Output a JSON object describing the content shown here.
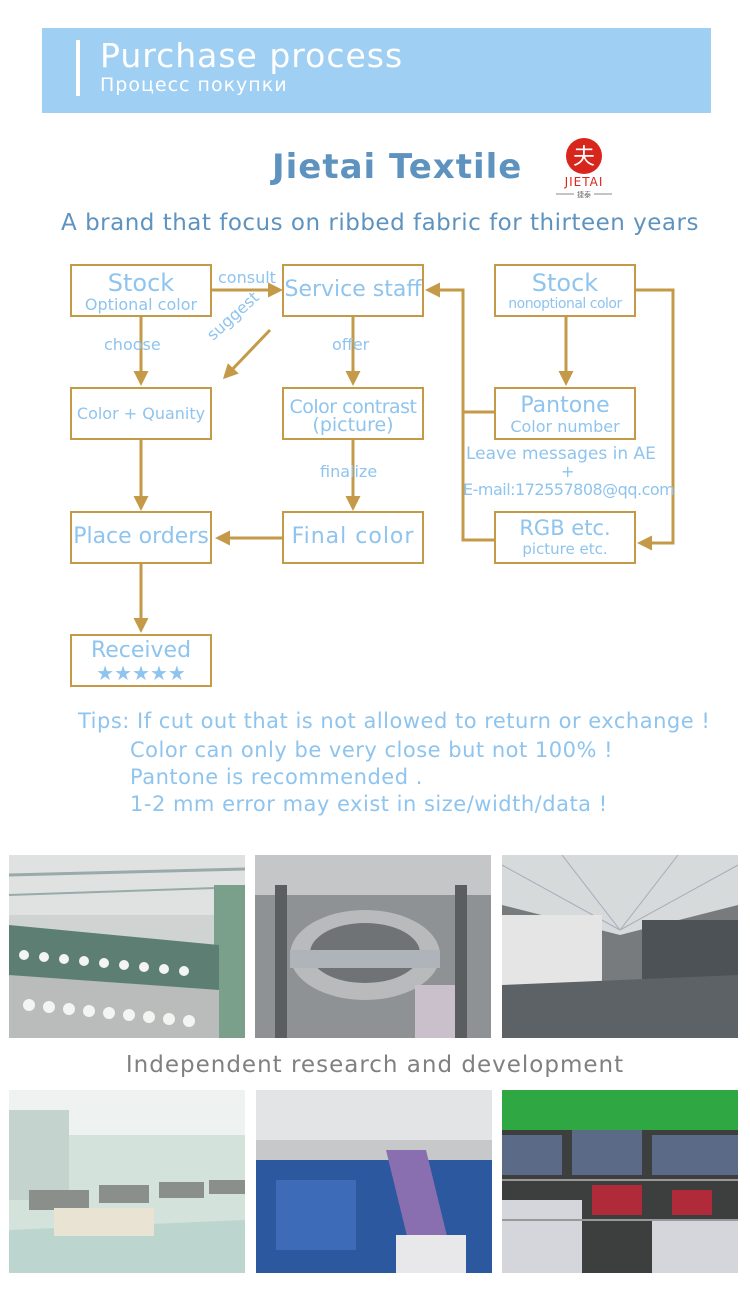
{
  "header": {
    "title": "Purchase process",
    "subtitle": "Процесс покупки"
  },
  "brand": {
    "name": "Jietai Textile",
    "logo_text": "JIETAI",
    "logo_sub": "捷泰",
    "logo_glyph": "夫",
    "tagline": "A brand that focus on ribbed fabric for thirteen years"
  },
  "flow": {
    "stock_optional": {
      "line1": "Stock",
      "line2": "Optional color"
    },
    "service_staff": {
      "line1": "Service staff"
    },
    "stock_nonoptional": {
      "line1": "Stock",
      "line2": "nonoptional color"
    },
    "color_quanity": {
      "line1": "Color + Quanity"
    },
    "color_contrast": {
      "line1": "Color contrast",
      "line2": "(picture)"
    },
    "pantone": {
      "line1": "Pantone",
      "line2": "Color number"
    },
    "place_orders": {
      "line1": "Place orders"
    },
    "final_color": {
      "line1": "Final color"
    },
    "rgb": {
      "line1": "RGB etc.",
      "line2": "picture etc."
    },
    "received": {
      "line1": "Received",
      "line2": "★★★★★"
    },
    "labels": {
      "consult": "consult",
      "choose": "choose",
      "suggest": "suggest",
      "offer": "offer",
      "finalize": "finalize",
      "leave_messages": "Leave messages in AE",
      "plus": "+",
      "email": "E-mail:172557808@qq.com"
    }
  },
  "tips": [
    "Tips: If cut out that is not allowed to return or exchange !",
    "Color can only be very close but not 100% !",
    "Pantone is recommended .",
    "1-2 mm error may exist in size/width/data !"
  ],
  "caption": "Independent research and development",
  "colors": {
    "header_bg": "#9fcff3",
    "box_border": "#c49a49",
    "arrow": "#c49a49",
    "text_blue": "#8ec4ee",
    "brand_blue": "#5e93bf",
    "logo_red": "#d9261c"
  }
}
